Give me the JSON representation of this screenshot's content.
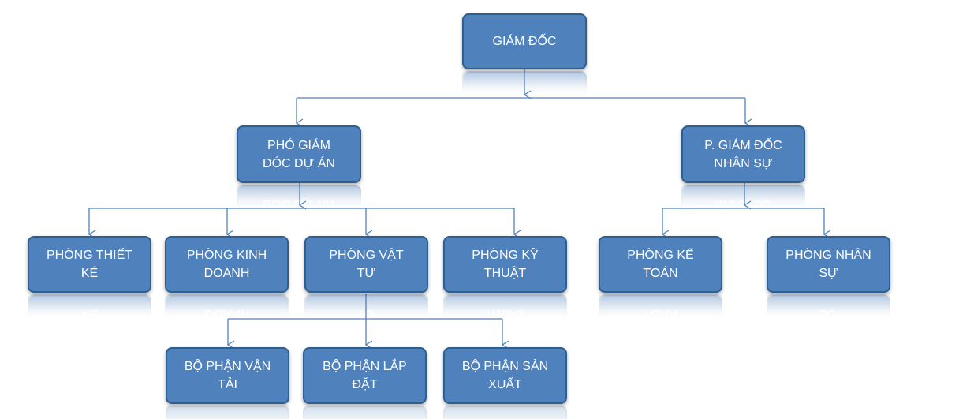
{
  "nodes": {
    "giam_doc": "GIÁM ĐỐC",
    "pho_giam_doc_du_an": "PHÓ GIÁM\nĐÓC DỰ ÁN",
    "p_giam_doc_nhan_su": "P. GIÁM ĐỐC\nNHÂN SỰ",
    "phong_thiet_ke": "PHÒNG THIẾT\nKÉ",
    "phong_kinh_doanh": "PHÒNG KINH\nDOANH",
    "phong_vat_tu": "PHÒNG VẬT\nTƯ",
    "phong_ky_thuat": "PHÒNG KỸ\nTHUẬT",
    "phong_ke_toan": "PHÒNG KẾ\nTOÁN",
    "phong_nhan_su": "PHÒNG NHÂN\nSỰ",
    "bo_phan_van_tai": "BỘ PHẬN VẬN\nTẢI",
    "bo_phan_lap_dat": "BỘ PHẬN LẮP\nĐẶT",
    "bo_phan_san_xuat": "BỘ PHẬN SẢN\nXUẤT"
  },
  "colors": {
    "box_fill": "#4f81bd",
    "box_border": "#2f5f8f",
    "connector": "#4f81bd",
    "text": "#ffffff"
  }
}
